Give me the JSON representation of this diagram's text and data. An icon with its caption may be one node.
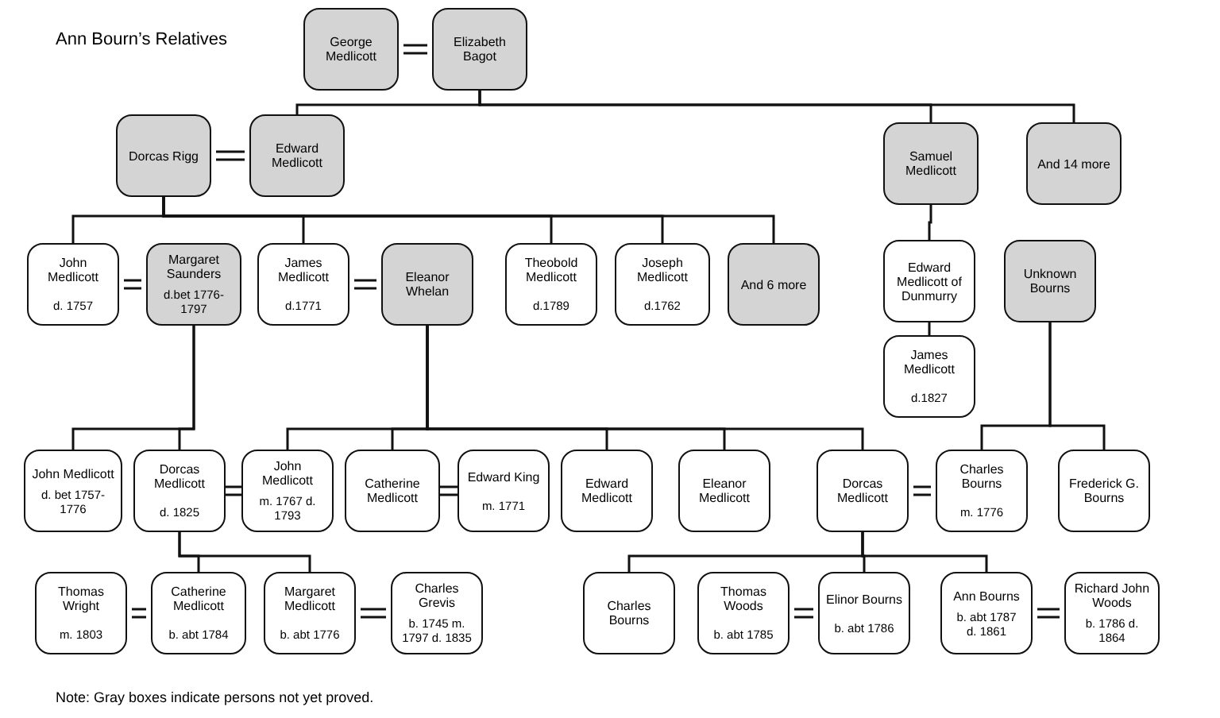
{
  "diagram": {
    "title": "Ann Bourn’s Relatives",
    "nodes": [
      {
        "text": [
          "George Medlicott"
        ]
      },
      {
        "text": [
          "Elizabeth Bagot"
        ]
      },
      {
        "text": [
          "Dorcas Rigg"
        ]
      },
      {
        "text": [
          "Edward Medlicott"
        ]
      },
      {
        "text": [
          "Samuel Medlicott"
        ]
      },
      {
        "text": [
          "And 14 more"
        ]
      },
      {
        "text": [
          "John Medlicott",
          "d. 1757"
        ]
      },
      {
        "text": [
          "Margaret Saunders",
          "d.bet 1776-1797"
        ]
      },
      {
        "text": [
          "James Medlicott",
          "d.1771"
        ]
      },
      {
        "text": [
          "Eleanor Whelan"
        ]
      },
      {
        "text": [
          "Theobold Medlicott",
          "d.1789"
        ]
      },
      {
        "text": [
          "Joseph Medlicott",
          "d.1762"
        ]
      },
      {
        "text": [
          "And 6 more"
        ]
      },
      {
        "text": [
          "Edward Medlicott of Dunmurry"
        ]
      },
      {
        "text": [
          "Unknown Bourns"
        ]
      },
      {
        "text": [
          "James Medlicott",
          "d.1827"
        ]
      },
      {
        "text": [
          "John Medlicott",
          "d. bet 1757-1776"
        ]
      },
      {
        "text": [
          "Dorcas Medlicott",
          "d. 1825"
        ]
      },
      {
        "text": [
          "John Medlicott",
          "m. 1767 d. 1793"
        ]
      },
      {
        "text": [
          "Catherine Medlicott"
        ]
      },
      {
        "text": [
          "Edward King",
          "m. 1771"
        ]
      },
      {
        "text": [
          "Edward Medlicott"
        ]
      },
      {
        "text": [
          "Eleanor Medlicott"
        ]
      },
      {
        "text": [
          "Dorcas Medlicott"
        ]
      },
      {
        "text": [
          "Charles Bourns",
          "m. 1776"
        ]
      },
      {
        "text": [
          "Frederick G. Bourns"
        ]
      },
      {
        "text": [
          "Thomas Wright",
          "m. 1803"
        ]
      },
      {
        "text": [
          "Catherine Medlicott",
          "b. abt 1784"
        ]
      },
      {
        "text": [
          "Margaret Medlicott",
          "b. abt 1776"
        ]
      },
      {
        "text": [
          "Charles Grevis",
          "b. 1745 m. 1797 d. 1835"
        ]
      },
      {
        "text": [
          "Charles Bourns"
        ]
      },
      {
        "text": [
          "Thomas Woods",
          "b. abt 1785"
        ]
      },
      {
        "text": [
          "Elinor Bourns",
          "b. abt 1786"
        ]
      },
      {
        "text": [
          "Ann Bourns",
          "b. abt 1787 d. 1861"
        ]
      },
      {
        "text": [
          "Richard John Woods",
          "b. 1786 d. 1864"
        ]
      }
    ],
    "edges": [
      {
        "from": 0,
        "to": 1,
        "arrow": "none"
      },
      {
        "from": 1,
        "to": 3,
        "arrow": "none"
      },
      {
        "from": 1,
        "to": 4,
        "arrow": "none"
      },
      {
        "from": 1,
        "to": 5,
        "arrow": "none"
      },
      {
        "from": 2,
        "to": 3,
        "arrow": "none"
      },
      {
        "from": 2,
        "to": 6,
        "arrow": "none"
      },
      {
        "from": 2,
        "to": 8,
        "arrow": "none"
      },
      {
        "from": 2,
        "to": 10,
        "arrow": "none"
      },
      {
        "from": 2,
        "to": 11,
        "arrow": "none"
      },
      {
        "from": 2,
        "to": 12,
        "arrow": "none"
      },
      {
        "from": 4,
        "to": 13,
        "arrow": "none"
      },
      {
        "from": 6,
        "to": 7,
        "arrow": "none"
      },
      {
        "from": 8,
        "to": 9,
        "arrow": "none"
      },
      {
        "from": 13,
        "to": 15,
        "arrow": "none"
      },
      {
        "from": 14,
        "to": 24,
        "arrow": "none"
      },
      {
        "from": 14,
        "to": 25,
        "arrow": "none"
      },
      {
        "from": 7,
        "to": 16,
        "arrow": "none"
      },
      {
        "from": 7,
        "to": 17,
        "arrow": "none"
      },
      {
        "from": 9,
        "to": 18,
        "arrow": "none"
      },
      {
        "from": 9,
        "to": 19,
        "arrow": "none"
      },
      {
        "from": 9,
        "to": 21,
        "arrow": "none"
      },
      {
        "from": 9,
        "to": 22,
        "arrow": "none"
      },
      {
        "from": 9,
        "to": 23,
        "arrow": "none"
      },
      {
        "from": 17,
        "to": 18,
        "arrow": "none"
      },
      {
        "from": 19,
        "to": 20,
        "arrow": "none"
      },
      {
        "from": 23,
        "to": 24,
        "arrow": "none"
      },
      {
        "from": 17,
        "to": 27,
        "arrow": "none"
      },
      {
        "from": 17,
        "to": 28,
        "arrow": "none"
      },
      {
        "from": 26,
        "to": 27,
        "arrow": "none"
      },
      {
        "from": 28,
        "to": 29,
        "arrow": "none"
      },
      {
        "from": 23,
        "to": 30,
        "arrow": "none"
      },
      {
        "from": 23,
        "to": 32,
        "arrow": "none"
      },
      {
        "from": 23,
        "to": 33,
        "arrow": "none"
      },
      {
        "from": 31,
        "to": 32,
        "arrow": "none"
      },
      {
        "from": 33,
        "to": 34,
        "arrow": "none"
      }
    ],
    "labels": [
      "Note: Gray boxes indicate persons not yet proved."
    ]
  }
}
